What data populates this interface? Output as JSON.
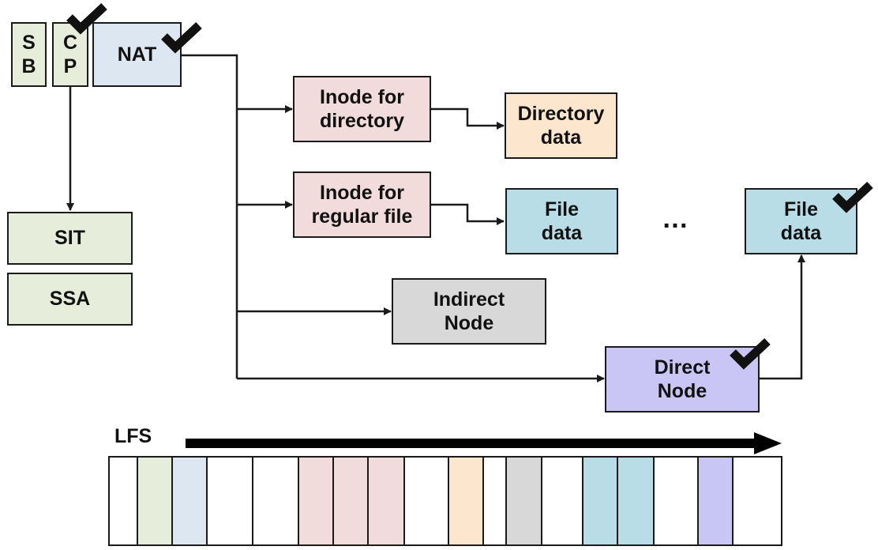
{
  "colors": {
    "green": "#e6eedb",
    "blue_light": "#dde7f1",
    "pink": "#f1dcdb",
    "orange": "#fce6cd",
    "file_blue": "#b8dde7",
    "gray": "#d8d8d8",
    "purple": "#c9c6f5",
    "stroke": "#1a1a1a"
  },
  "boxes": {
    "sb": [
      "S",
      "B"
    ],
    "cp": [
      "C",
      "P"
    ],
    "nat": "NAT",
    "sit": "SIT",
    "ssa": "SSA",
    "inode_dir": [
      "Inode for",
      "directory"
    ],
    "dir_data": [
      "Directory",
      "data"
    ],
    "inode_reg": [
      "Inode for",
      "regular file"
    ],
    "file_data_1": [
      "File",
      "data"
    ],
    "ellipsis": "…",
    "file_data_2": [
      "File",
      "data"
    ],
    "indirect_node": [
      "Indirect",
      "Node"
    ],
    "direct_node": [
      "Direct",
      "Node"
    ]
  },
  "lfs": {
    "label": "LFS",
    "segments": [
      "white",
      "green",
      "blue_light",
      "white",
      "white",
      "pink",
      "pink",
      "pink",
      "white",
      "orange",
      "white",
      "gray",
      "white",
      "file_blue",
      "file_blue",
      "white",
      "purple",
      "white"
    ]
  },
  "checkmarks": [
    "cp",
    "nat",
    "direct_node",
    "file_data_2"
  ]
}
